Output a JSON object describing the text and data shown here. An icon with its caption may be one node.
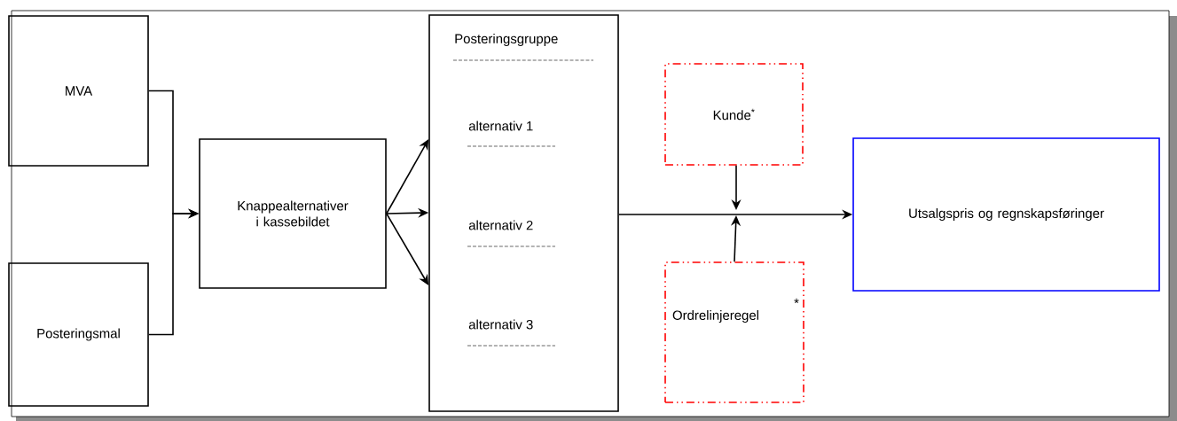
{
  "diagram": {
    "nodes": [
      {
        "text": [
          "MVA"
        ]
      },
      {
        "text": [
          "Posteringsmal"
        ]
      },
      {
        "text": [
          "Knappealternativer i kassebildet"
        ]
      },
      {
        "text": [
          "Posteringsgruppe",
          "alternativ 1",
          "alternativ 2",
          "alternativ 3"
        ]
      },
      {
        "text": [
          "Kunde$^{*}$"
        ]
      },
      {
        "text": [
          "Ordrelinjeregel",
          "*"
        ]
      },
      {
        "text": [
          "Utsalgspris og regnskapsføringer"
        ]
      }
    ],
    "edges": [
      {
        "from": 0,
        "to": 2,
        "arrow": "to"
      },
      {
        "from": 1,
        "to": 2,
        "arrow": "to"
      },
      {
        "from": 2,
        "to": 3,
        "arrow": "to"
      },
      {
        "from": 2,
        "to": 3,
        "arrow": "to"
      },
      {
        "from": 2,
        "to": 3,
        "arrow": "to"
      },
      {
        "from": 3,
        "to": 6,
        "arrow": "to"
      },
      {
        "from": 4,
        "to": null,
        "arrow": "to"
      },
      {
        "from": 5,
        "to": null,
        "arrow": "to"
      }
    ]
  }
}
